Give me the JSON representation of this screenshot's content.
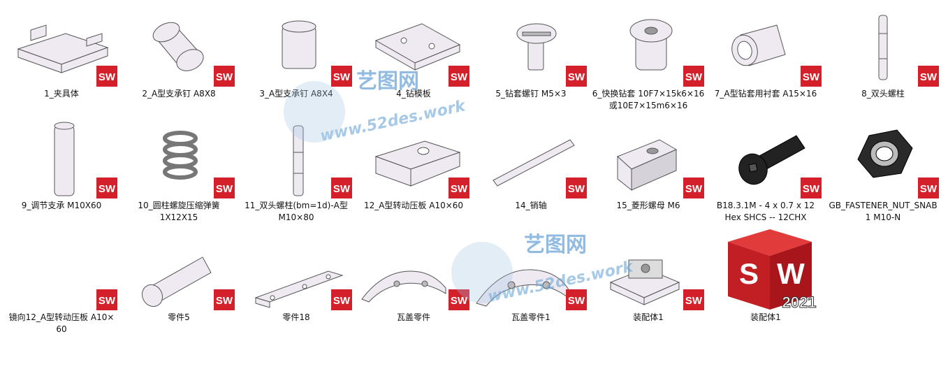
{
  "watermark": {
    "cn": "艺图网",
    "url": "www.52des.work"
  },
  "items": [
    {
      "label": "1_夹具体",
      "icon": "fixture-body-part-icon"
    },
    {
      "label": "2_A型支承钉 A8X8",
      "icon": "support-pin-icon"
    },
    {
      "label": "3_A型支承钉 A8X4",
      "icon": "support-pin-short-icon"
    },
    {
      "label": "4_钻模板",
      "icon": "drill-plate-icon"
    },
    {
      "label": "5_钻套螺钉 M5×3",
      "icon": "screw-icon"
    },
    {
      "label": "6_快换钻套 10F7×15k6×16\n或10E7×15m6×16",
      "icon": "bushing-icon"
    },
    {
      "label": "7_A型钻套用衬套 A15×16",
      "icon": "sleeve-icon"
    },
    {
      "label": "8_双头螺柱",
      "icon": "stud-icon"
    },
    {
      "label": "9_调节支承 M10X60",
      "icon": "adjust-support-icon"
    },
    {
      "label": "10_圆柱螺旋压缩弹簧\n1X12X15",
      "icon": "spring-icon"
    },
    {
      "label": "11_双头螺柱(bm=1d)-A型\nM10×80",
      "icon": "long-stud-icon"
    },
    {
      "label": "12_A型转动压板 A10×60",
      "icon": "pressure-plate-icon"
    },
    {
      "label": "14_销轴",
      "icon": "pin-shaft-icon"
    },
    {
      "label": "15_菱形螺母 M6",
      "icon": "diamond-nut-icon"
    },
    {
      "label": "B18.3.1M - 4 x 0.7 x 12\nHex SHCS -- 12CHX",
      "icon": "socket-cap-screw-icon"
    },
    {
      "label": "GB_FASTENER_NUT_SNAB\n1 M10-N",
      "icon": "hex-nut-icon"
    },
    {
      "label": "镜向12_A型转动压板 A10×\n60",
      "icon": "mirror-plate-icon"
    },
    {
      "label": "零件5",
      "icon": "cylinder-icon"
    },
    {
      "label": "零件18",
      "icon": "flat-bar-icon"
    },
    {
      "label": "瓦盖零件",
      "icon": "bearing-cap-icon"
    },
    {
      "label": "瓦盖零件1",
      "icon": "bearing-cap-large-icon"
    },
    {
      "label": "装配体1",
      "icon": "assembly-icon"
    },
    {
      "label": "装配体1",
      "icon": "solidworks-2021-icon",
      "version": "2021"
    }
  ],
  "badge_text": "SW",
  "colors": {
    "badge": "#d3202a",
    "part": "#ece8f0",
    "edge": "#555555"
  }
}
